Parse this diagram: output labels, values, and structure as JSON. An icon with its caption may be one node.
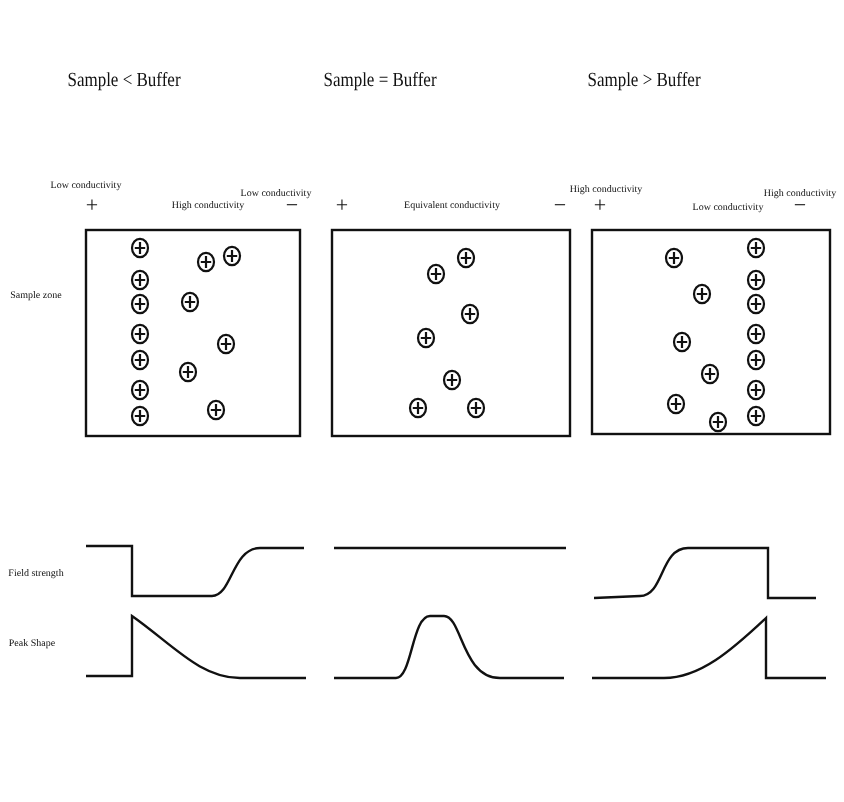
{
  "diagram": {
    "labels": [
      "Sample < Buffer",
      "Sample = Buffer",
      "Sample > Buffer",
      "Low conductivity",
      "+",
      "High conductivity",
      "Low conductivity",
      "−",
      "Sample zone",
      "+",
      "Equivalent conductivity",
      "−",
      "High conductivity",
      "+",
      "Low conductivity",
      "High conductivity",
      "−",
      "Field strength",
      "Peak Shape"
    ]
  }
}
